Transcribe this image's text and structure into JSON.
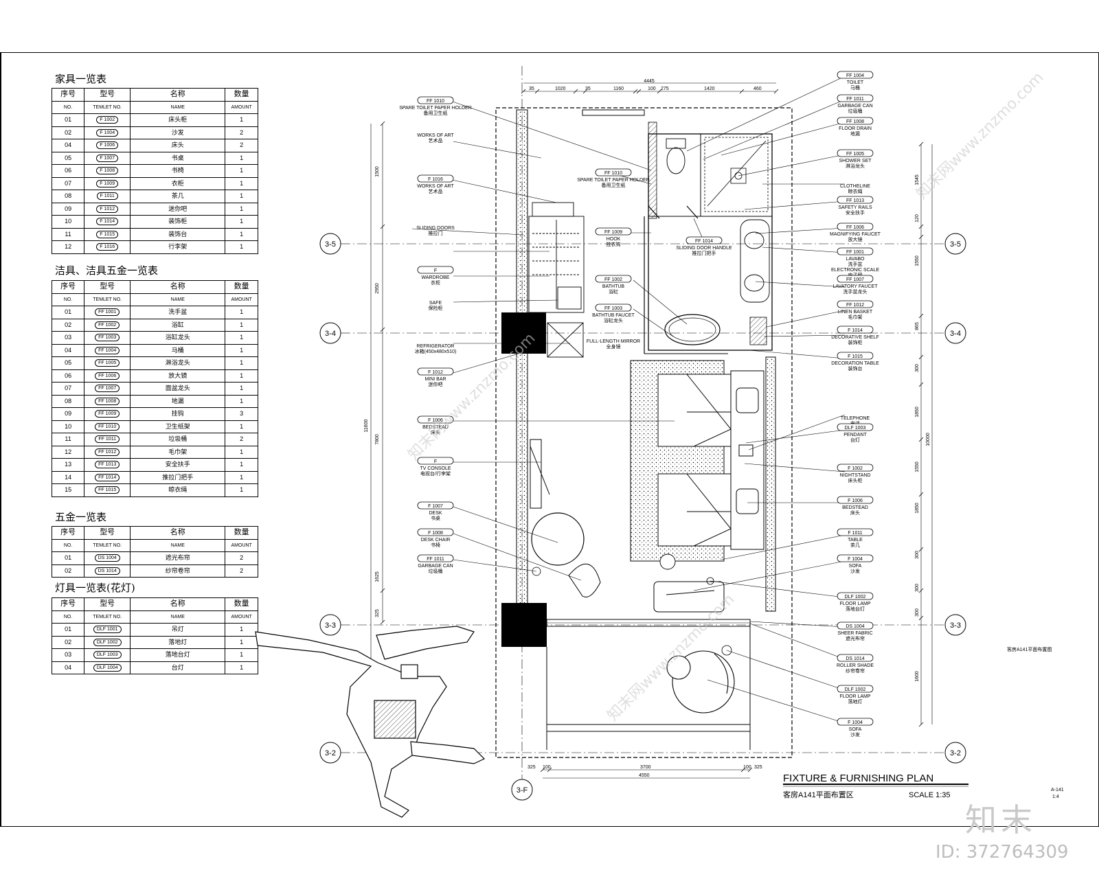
{
  "schedules": {
    "furniture": {
      "title": "家具一览表",
      "header": [
        "序号",
        "型号",
        "名称",
        "数量"
      ],
      "subheader": [
        "NO.",
        "TEMLET NO.",
        "NAME",
        "AMOUNT"
      ],
      "rows": [
        [
          "01",
          "F 1002",
          "床头柜",
          "1"
        ],
        [
          "02",
          "F 1004",
          "沙发",
          "2"
        ],
        [
          "04",
          "F 1006",
          "床头",
          "2"
        ],
        [
          "05",
          "F 1007",
          "书桌",
          "1"
        ],
        [
          "06",
          "F 1008",
          "书椅",
          "1"
        ],
        [
          "07",
          "F 1009",
          "衣柜",
          "1"
        ],
        [
          "08",
          "F 1011",
          "茶几",
          "1"
        ],
        [
          "09",
          "F 1012",
          "迷你吧",
          "1"
        ],
        [
          "10",
          "F 1014",
          "装饰柜",
          "1"
        ],
        [
          "11",
          "F 1015",
          "装饰台",
          "1"
        ],
        [
          "12",
          "F 1016",
          "行李架",
          "1"
        ]
      ]
    },
    "fixtures": {
      "title": "洁具、洁具五金一览表",
      "header": [
        "序号",
        "型号",
        "名称",
        "数量"
      ],
      "subheader": [
        "NO.",
        "TEMLET NO.",
        "NAME",
        "AMOUNT"
      ],
      "rows": [
        [
          "01",
          "FF 1001",
          "洗手盆",
          "1"
        ],
        [
          "02",
          "FF 1002",
          "浴缸",
          "1"
        ],
        [
          "03",
          "FF 1003",
          "浴缸龙头",
          "1"
        ],
        [
          "04",
          "FF 1004",
          "马桶",
          "1"
        ],
        [
          "05",
          "FF 1005",
          "淋浴龙头",
          "1"
        ],
        [
          "06",
          "FF 1006",
          "放大镜",
          "1"
        ],
        [
          "07",
          "FF 1007",
          "面盆龙头",
          "1"
        ],
        [
          "08",
          "FF 1008",
          "地漏",
          "1"
        ],
        [
          "09",
          "FF 1009",
          "挂钩",
          "3"
        ],
        [
          "10",
          "FF 1010",
          "卫生纸架",
          "1"
        ],
        [
          "11",
          "FF 1011",
          "垃圾桶",
          "2"
        ],
        [
          "12",
          "FF 1012",
          "毛巾架",
          "1"
        ],
        [
          "13",
          "FF 1013",
          "安全扶手",
          "1"
        ],
        [
          "14",
          "FF 1014",
          "推拉门把手",
          "1"
        ],
        [
          "15",
          "FF 1015",
          "晾衣绳",
          "1"
        ]
      ]
    },
    "hardware": {
      "title": "五金一览表",
      "header": [
        "序号",
        "型号",
        "名称",
        "数量"
      ],
      "subheader": [
        "NO.",
        "TEMLET NO.",
        "NAME",
        "AMOUNT"
      ],
      "rows": [
        [
          "01",
          "DS 1004",
          "遮光布帘",
          "2"
        ],
        [
          "02",
          "DS 1014",
          "纱帘卷帘",
          "2"
        ]
      ]
    },
    "lighting": {
      "title": "灯具一览表(花灯)",
      "header": [
        "序号",
        "型号",
        "名称",
        "数量"
      ],
      "subheader": [
        "NO.",
        "TEMLET NO.",
        "NAME",
        "AMOUNT"
      ],
      "rows": [
        [
          "01",
          "DLF 1001",
          "吊灯",
          "1"
        ],
        [
          "02",
          "DLF 1002",
          "落地灯",
          "1"
        ],
        [
          "03",
          "DLF 1003",
          "落地台灯",
          "1"
        ],
        [
          "04",
          "DLF 1004",
          "台灯",
          "1"
        ]
      ]
    }
  },
  "grid_axes": {
    "rows": [
      "3-5",
      "3-4",
      "3-3",
      "3-2"
    ],
    "column": "3-F"
  },
  "dimensions": {
    "top": [
      "35",
      "1020",
      "35",
      "1160",
      "100",
      "275",
      "1420",
      "460"
    ],
    "top_total": "4445",
    "bottom": [
      "325",
      "100",
      "3700",
      "100",
      "325"
    ],
    "bottom_total": "4550",
    "left": [
      "1500",
      "2950",
      "7800",
      "11600",
      "1625",
      "325"
    ],
    "right": [
      "1545",
      "120",
      "1550",
      "865",
      "300",
      "1850",
      "1550",
      "1850",
      "300",
      "300",
      "300",
      "1600",
      "10000"
    ]
  },
  "callouts_left": [
    {
      "tag": "FF 1010",
      "en": "SPARE TOILET PAPER HOLDER",
      "cn": "备用卫生纸"
    },
    {
      "tag": "",
      "en": "WORKS OF ART",
      "cn": "艺术品"
    },
    {
      "tag": "F 1016",
      "en": "WORKS OF ART",
      "cn": "艺术品"
    },
    {
      "tag": "",
      "en": "SLIDING DOORS",
      "cn": "推拉门"
    },
    {
      "tag": "F",
      "en": "WARDROBE",
      "cn": "衣柜"
    },
    {
      "tag": "",
      "en": "SAFE",
      "cn": "保险柜"
    },
    {
      "tag": "",
      "en": "REFRIGERATOR",
      "cn": "冰箱(450x480x510)"
    },
    {
      "tag": "F 1012",
      "en": "MINI BAR",
      "cn": "迷你吧"
    },
    {
      "tag": "F 1006",
      "en": "BEDSTEAD",
      "cn": "床头"
    },
    {
      "tag": "F",
      "en": "TV CONSOLE",
      "cn": "电视台/行李架"
    },
    {
      "tag": "F 1007",
      "en": "DESK",
      "cn": "书桌"
    },
    {
      "tag": "F 1008",
      "en": "DESK CHAIR",
      "cn": "书椅"
    },
    {
      "tag": "FF 1011",
      "en": "GARBAGE CAN",
      "cn": "垃圾桶"
    }
  ],
  "callouts_center": [
    {
      "tag": "FF 1010",
      "en": "SPARE TOILET PAPER HOLDER",
      "cn": "备用卫生纸"
    },
    {
      "tag": "FF 1009",
      "en": "HOOK",
      "cn": "挂衣钩"
    },
    {
      "tag": "FF 1014",
      "en": "SLIDING DOOR HANDLE",
      "cn": "推拉门把手"
    },
    {
      "tag": "FF 1002",
      "en": "BATHTUB",
      "cn": "浴缸"
    },
    {
      "tag": "FF 1003",
      "en": "BATHTUB FAUCET",
      "cn": "浴缸龙头"
    },
    {
      "tag": "",
      "en": "FULL-LENGTH MIRROR",
      "cn": "全身镜"
    }
  ],
  "callouts_right": [
    {
      "tag": "FF 1004",
      "en": "TOILET",
      "cn": "马桶"
    },
    {
      "tag": "FF 1011",
      "en": "GARBAGE CAN",
      "cn": "垃圾桶"
    },
    {
      "tag": "FF 1008",
      "en": "FLOOR DRAIN",
      "cn": "地漏"
    },
    {
      "tag": "FF 1005",
      "en": "SHOWER SET",
      "cn": "淋浴龙头"
    },
    {
      "tag": "",
      "en": "CLOTHELINE",
      "cn": "晾衣绳"
    },
    {
      "tag": "FF 1013",
      "en": "SAFETY RAILS",
      "cn": "安全扶手"
    },
    {
      "tag": "FF 1006",
      "en": "MAGNIFYING FAUCET",
      "cn": "放大镜"
    },
    {
      "tag": "FF 1001",
      "en": "LAVABO",
      "cn": "洗手盆"
    },
    {
      "tag": "",
      "en": "ELECTRONIC SCALE",
      "cn": "电子秤"
    },
    {
      "tag": "FF 1007",
      "en": "LAVATORY FAUCET",
      "cn": "洗手盆龙头"
    },
    {
      "tag": "FF 1012",
      "en": "LINEN BASKET",
      "cn": "毛巾架"
    },
    {
      "tag": "F 1014",
      "en": "DECORATIVE SHELF",
      "cn": "装饰柜"
    },
    {
      "tag": "F 1015",
      "en": "DECORATION TABLE",
      "cn": "装饰台"
    },
    {
      "tag": "",
      "en": "TELEPHONE",
      "cn": "电话"
    },
    {
      "tag": "DLF 1003",
      "en": "PENDANT",
      "cn": "台灯"
    },
    {
      "tag": "F 1002",
      "en": "NIGHTSTAND",
      "cn": "床头柜"
    },
    {
      "tag": "F 1006",
      "en": "BEDSTEAD",
      "cn": "床头"
    },
    {
      "tag": "F 1011",
      "en": "TABLE",
      "cn": "茶几"
    },
    {
      "tag": "F 1004",
      "en": "SOFA",
      "cn": "沙发"
    },
    {
      "tag": "DLF 1002",
      "en": "FLOOR LAMP",
      "cn": "落地台灯"
    },
    {
      "tag": "DS 1004",
      "en": "SHEER FABRIC",
      "cn": "遮光布帘"
    },
    {
      "tag": "DS 1014",
      "en": "ROLLER SHADE",
      "cn": "纱帘卷帘"
    },
    {
      "tag": "DLF 1002",
      "en": "FLOOR LAMP",
      "cn": "落地灯"
    },
    {
      "tag": "F 1004",
      "en": "SOFA",
      "cn": "沙发"
    }
  ],
  "side_note": "客房A141平面布置图",
  "plan_title": {
    "en": "FIXTURE & FURNISHING PLAN",
    "cn": "客房A141平面布置区",
    "scale": "SCALE 1:35",
    "sheet_top": "A-141",
    "sheet_bottom": "1:4"
  },
  "watermark": {
    "logo": "知末",
    "id": "ID: 372764309",
    "repeat": "知末网www.znzmo.com"
  },
  "colors": {
    "line": "#000000",
    "watermark": "#c9c9c9"
  }
}
